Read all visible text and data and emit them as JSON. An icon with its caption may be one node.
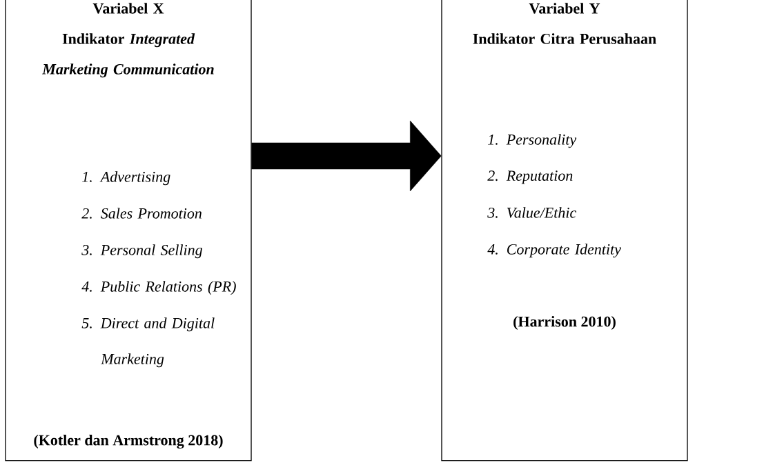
{
  "diagram": {
    "nodes": [
      {
        "text": [
          "Variabel X",
          "Indikator *Integrated Marketing Communication*",
          "1. Advertising",
          "2. Sales Promotion",
          "3. Personal Selling",
          "4. Public Relations (PR)",
          "5. Direct and Digital Marketing",
          "(Kotler dan Armstrong 2018)"
        ]
      },
      {
        "text": [
          "Variabel Y",
          "Indikator Citra Perusahaan",
          "1. Personality",
          "2. Reputation",
          "3. Value/Ethic",
          "4. Corporate Identity",
          "(Harrison 2010)"
        ]
      }
    ],
    "edges": [
      {
        "from": 0,
        "to": 1,
        "arrow": "to",
        "style": "thick"
      }
    ]
  }
}
